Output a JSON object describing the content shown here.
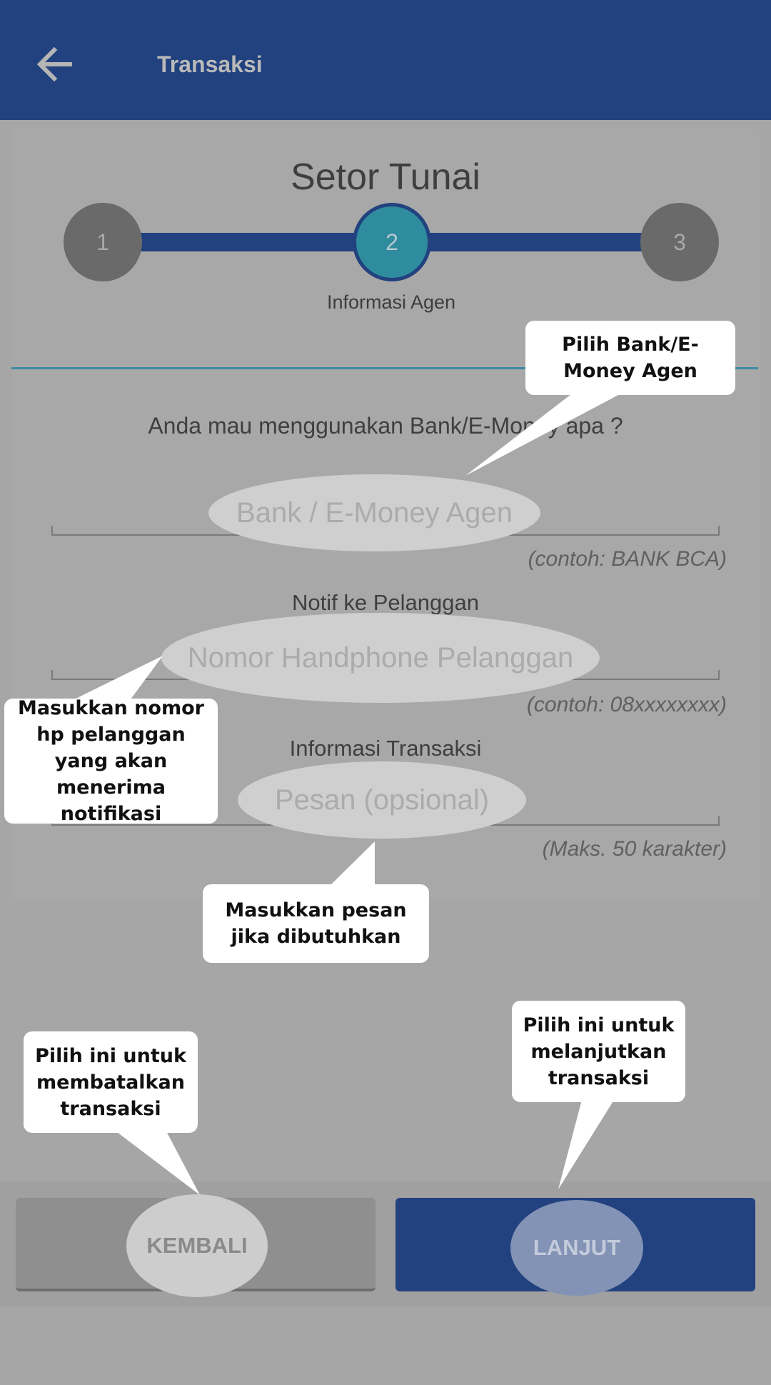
{
  "appbar": {
    "title": "Transaksi",
    "back_icon": "arrow-left-icon"
  },
  "stepper": {
    "title": "Setor Tunai",
    "steps": [
      {
        "number": "1",
        "state": "inactive"
      },
      {
        "number": "2",
        "state": "active",
        "label": "Informasi Agen"
      },
      {
        "number": "3",
        "state": "inactive"
      }
    ]
  },
  "form": {
    "question": "Anda mau menggunakan Bank/E-Money apa ?",
    "bank_field": {
      "placeholder": "Bank / E-Money Agen",
      "hint": "(contoh: BANK BCA)"
    },
    "notif_section": {
      "label": "Notif ke Pelanggan"
    },
    "phone_field": {
      "placeholder": "Nomor Handphone Pelanggan",
      "hint": "(contoh: 08xxxxxxxx)"
    },
    "info_section": {
      "label": "Informasi Transaksi"
    },
    "message_field": {
      "placeholder": "Pesan (opsional)",
      "hint": "(Maks. 50 karakter)"
    }
  },
  "tooltips": {
    "bank": "Pilih Bank/E-Money Agen",
    "phone": "Masukkan nomor hp pelanggan yang akan menerima notifikasi",
    "message": "Masukkan pesan jika dibutuhkan",
    "cancel": "Pilih ini untuk membatalkan transaksi",
    "next": "Pilih ini untuk melanjutkan transaksi"
  },
  "buttons": {
    "back_label": "KEMBALI",
    "next_label": "LANJUT"
  },
  "colors": {
    "primary": "#22417f",
    "active_step": "#2e8c9e",
    "overlay": "#a6a6a6"
  }
}
